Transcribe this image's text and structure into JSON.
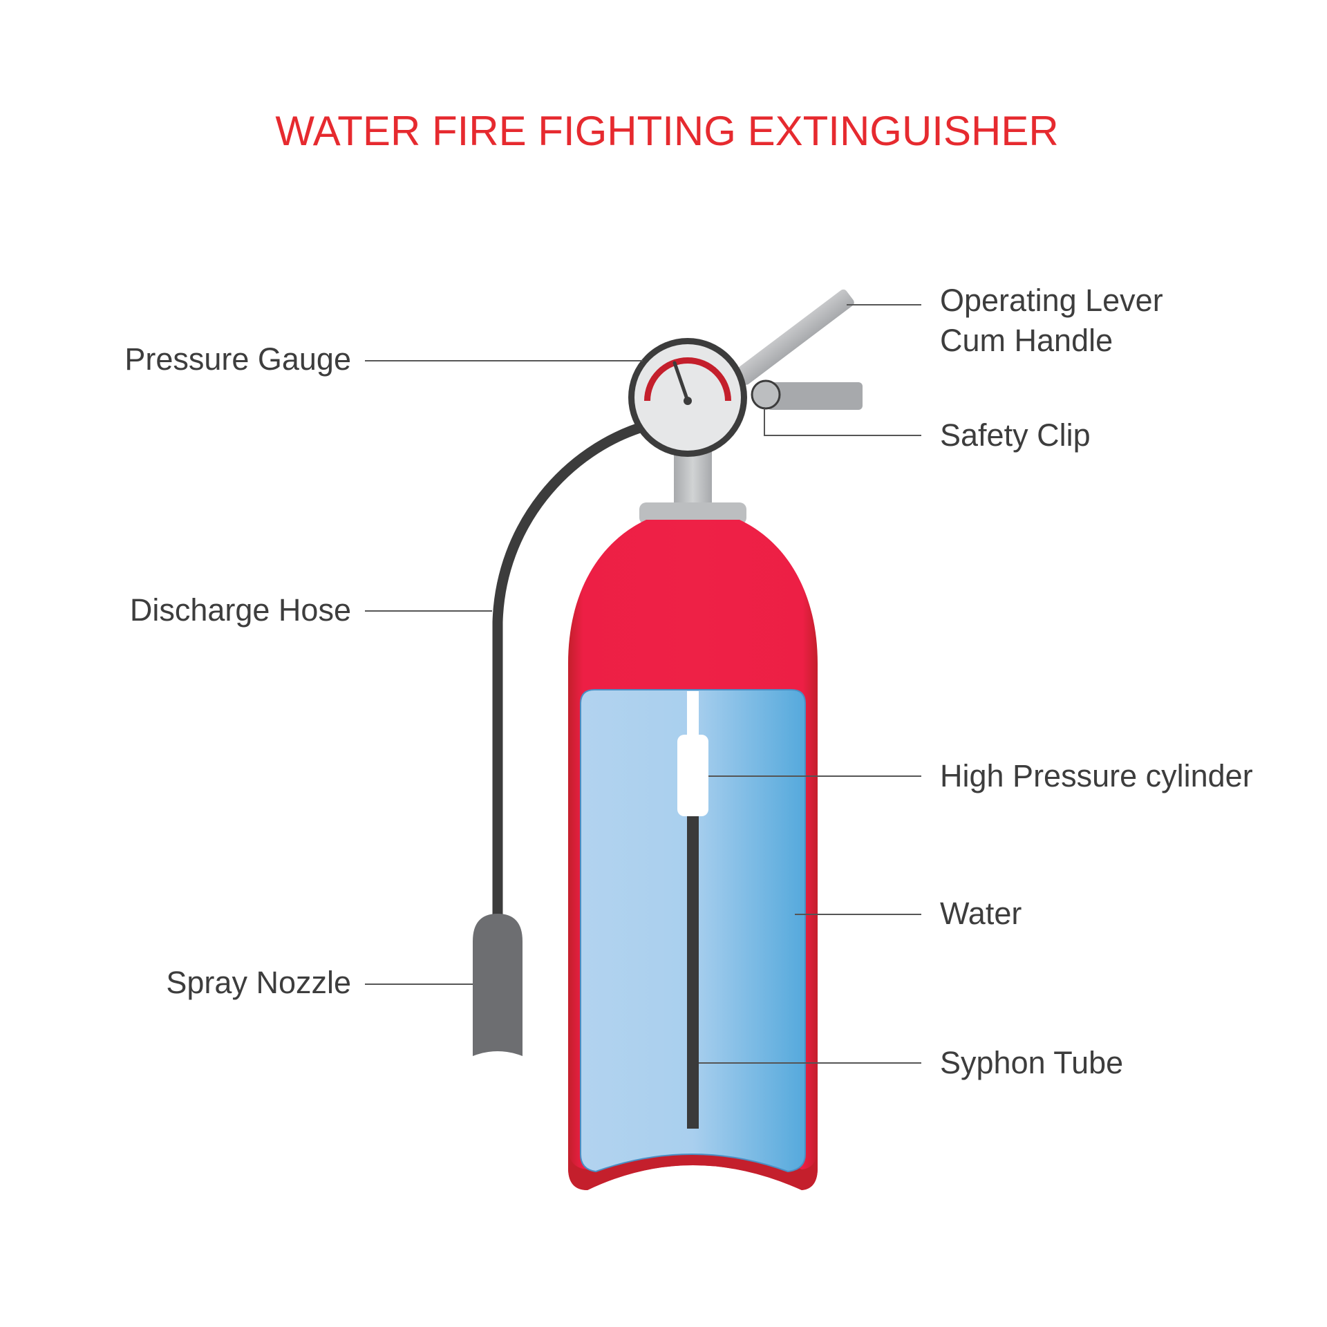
{
  "title": "WATER FIRE FIGHTING EXTINGUISHER",
  "labels": {
    "operating_lever_line1": "Operating Lever",
    "operating_lever_line2": "Cum Handle",
    "pressure_gauge": "Pressure Gauge",
    "safety_clip": "Safety Clip",
    "discharge_hose": "Discharge Hose",
    "high_pressure_cylinder": "High Pressure cylinder",
    "water": "Water",
    "spray_nozzle": "Spray Nozzle",
    "syphon_tube": "Syphon Tube"
  },
  "colors": {
    "title": "#e62a2f",
    "label_text": "#3d3d3d",
    "body_red": "#ed1f45",
    "body_dark_red": "#c41f2c",
    "water_light": "#b2d3ef",
    "water_dark": "#55a9dc",
    "hose": "#3c3c3c",
    "nozzle": "#6d6e71",
    "metal": "#bcbec0",
    "tube": "#3a3a3a"
  }
}
